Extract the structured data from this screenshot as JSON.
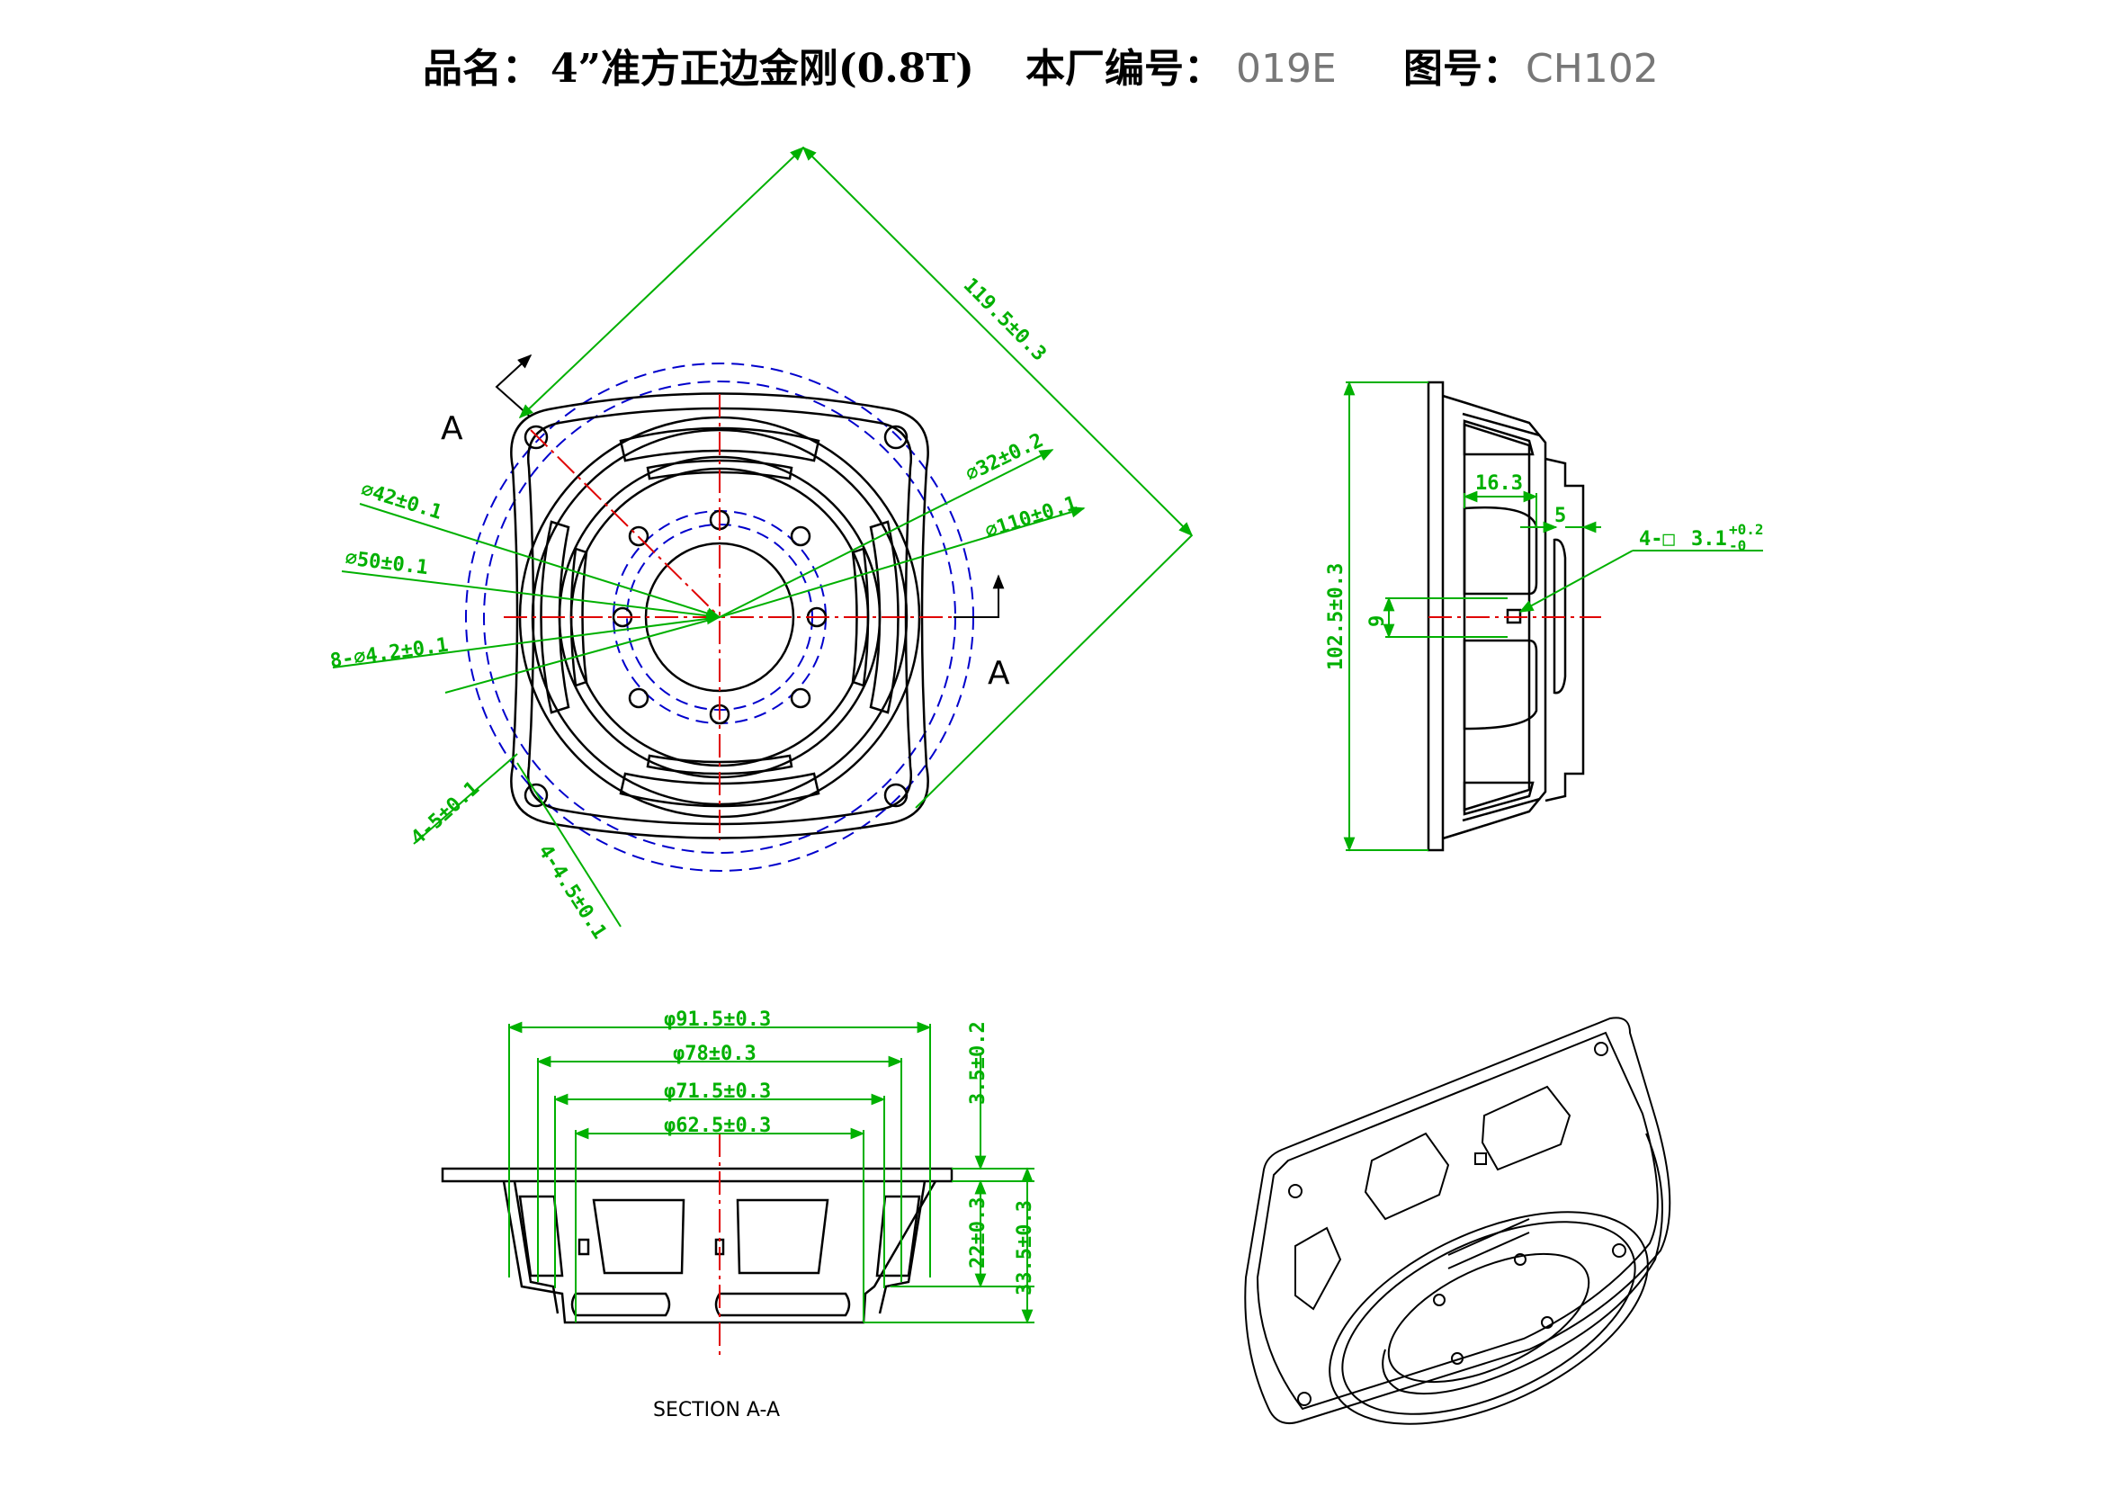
{
  "header": {
    "product_label": "品名：",
    "product_value": "4”准方正边金刚(0.8T)",
    "factory_label": "本厂编号：",
    "factory_value": "019E",
    "drawing_label": "图号：",
    "drawing_value": "CH102"
  },
  "front_view": {
    "section_letter_top": "A",
    "section_letter_right": "A",
    "dim_diagonal": "119.5±0.3",
    "dim_phi32": "⌀32±0.2",
    "dim_phi110": "⌀110±0.1",
    "dim_phi42": "⌀42±0.1",
    "dim_phi50": "⌀50±0.1",
    "dim_holes": "8-⌀4.2±0.1",
    "dim_slot_a": "4-5±0.1",
    "dim_slot_b": "4-4.5±0.1"
  },
  "side_view": {
    "dim_height": "102.5±0.3",
    "dim_window": "16.3",
    "dim_five": "5",
    "dim_nine": "9",
    "dim_square_prefix": "4-□",
    "dim_square_value": "3.1",
    "dim_square_tol_upper": "+0.2",
    "dim_square_tol_lower": "-0"
  },
  "section_view": {
    "dim_d1": "φ91.5±0.3",
    "dim_d2": "φ78±0.3",
    "dim_d3": "φ71.5±0.3",
    "dim_d4": "φ62.5±0.3",
    "dim_h1": "3.5±0.2",
    "dim_h2": "22±0.3",
    "dim_h3": "33.5±0.3",
    "section_label": "SECTION A-A"
  },
  "colors": {
    "outline": "#000000",
    "dimension": "#00b000",
    "centerline": "#e00000",
    "hidden": "#0000cc"
  }
}
